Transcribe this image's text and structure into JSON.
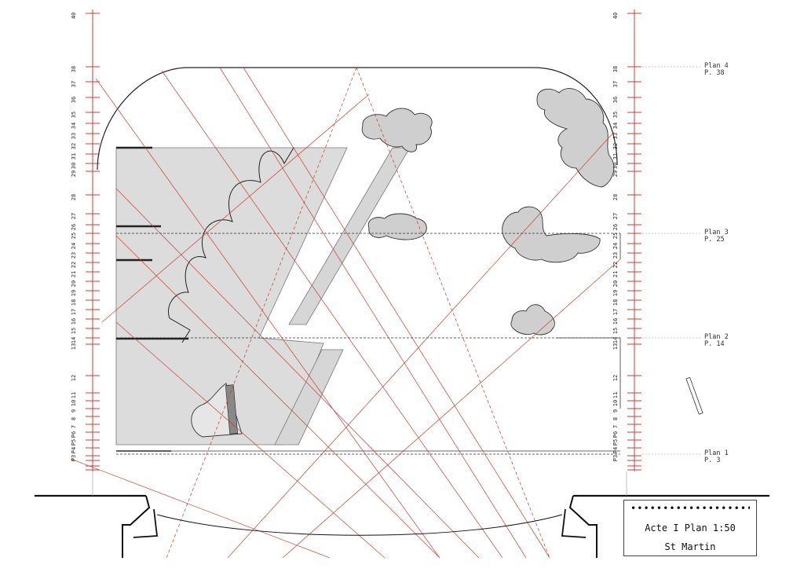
{
  "ruler": {
    "levels": [
      "40",
      "38",
      "37",
      "36",
      "35",
      "34",
      "33",
      "32",
      "31",
      "30",
      "29",
      "28",
      "27",
      "26",
      "25",
      "24",
      "23",
      "22",
      "21",
      "20",
      "19",
      "18",
      "17",
      "16",
      "15",
      "14",
      "13",
      "12",
      "11",
      "10",
      "9",
      "8",
      "7",
      "P6",
      "P5",
      "P4",
      "P3"
    ]
  },
  "plans": [
    {
      "name": "Plan 4",
      "page": "P. 38"
    },
    {
      "name": "Plan 3",
      "page": "P. 25"
    },
    {
      "name": "Plan 2",
      "page": "P. 14"
    },
    {
      "name": "Plan 1",
      "page": "P. 3"
    }
  ],
  "title_block": {
    "dots": "••••••••••••••••••••",
    "title": "Acte I Plan 1:50",
    "subtitle": "St Martin"
  },
  "colors": {
    "ruler": "#d23a3a",
    "sightline": "#c0392b",
    "set_fill": "#dcdcdc",
    "outline": "#222222"
  }
}
